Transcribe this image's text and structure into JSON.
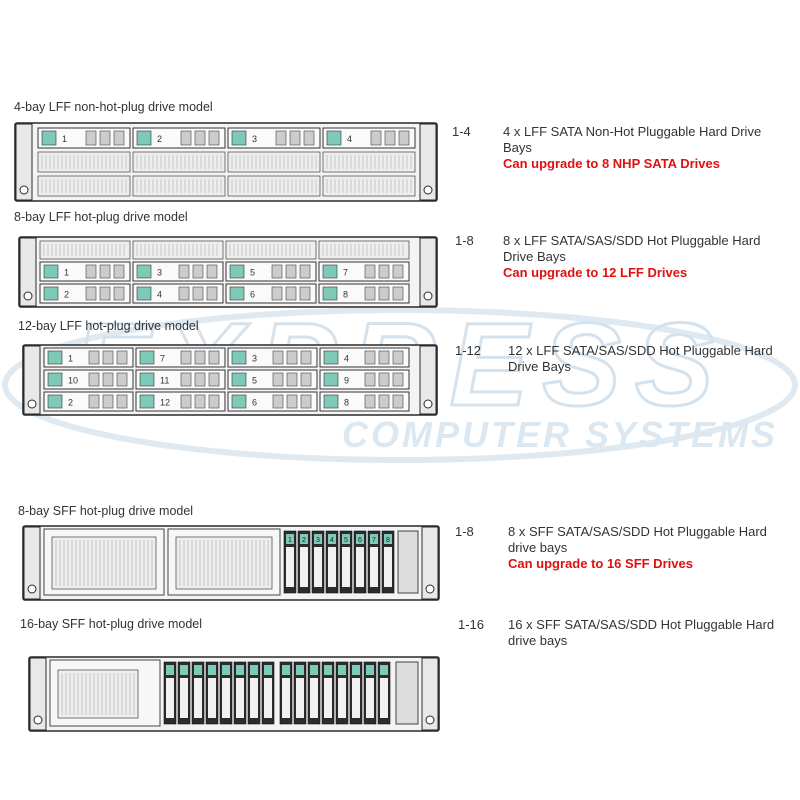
{
  "watermark": {
    "brand": "EXPRESS",
    "tagline": "COMPUTER SYSTEMS",
    "color": "#dbe8f2"
  },
  "colors": {
    "bay_tag": "#7fc9b8",
    "frame": "#2a2a2a",
    "upgrade_text": "#e01010"
  },
  "models": [
    {
      "label": "4-bay LFF non-hot-plug drive model",
      "range": "1-4",
      "description": "4 x LFF SATA Non-Hot Pluggable Hard Drive Bays",
      "upgrade": "Can upgrade to 8 NHP SATA Drives",
      "bay_numbers": [
        "1",
        "2",
        "3",
        "4"
      ]
    },
    {
      "label": "8-bay LFF hot-plug drive model",
      "range": "1-8",
      "description": "8 x LFF SATA/SAS/SDD Hot Pluggable Hard Drive Bays",
      "upgrade": "Can upgrade to 12 LFF Drives",
      "bay_numbers": [
        "1",
        "2",
        "3",
        "4",
        "5",
        "6",
        "7",
        "8"
      ]
    },
    {
      "label": "12-bay LFF hot-plug drive model",
      "range": "1-12",
      "description": "12 x LFF SATA/SAS/SDD Hot Pluggable Hard Drive Bays",
      "upgrade": "",
      "bay_numbers": [
        "1",
        "2",
        "3",
        "4",
        "5",
        "6",
        "7",
        "8",
        "9",
        "10",
        "11",
        "12"
      ]
    },
    {
      "label": "8-bay SFF hot-plug drive model",
      "range": "1-8",
      "description": "8 x SFF SATA/SAS/SDD Hot Pluggable Hard drive bays",
      "upgrade": "Can upgrade to 16 SFF Drives",
      "bay_numbers": [
        "1",
        "2",
        "3",
        "4",
        "5",
        "6",
        "7",
        "8"
      ]
    },
    {
      "label": "16-bay SFF hot-plug drive model",
      "range": "1-16",
      "description": "16 x SFF SATA/SAS/SDD Hot Pluggable Hard drive bays",
      "upgrade": "",
      "bay_numbers": []
    }
  ]
}
